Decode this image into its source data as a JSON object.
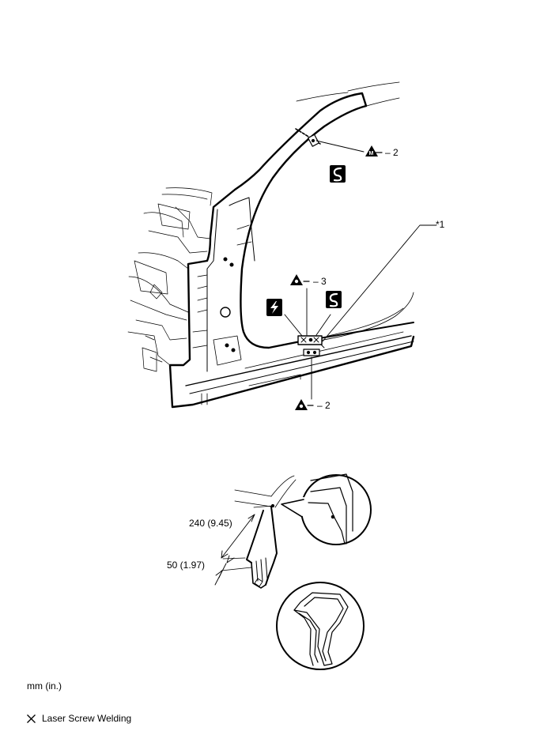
{
  "callouts": {
    "upper_weld_count": "2",
    "mid_weld_count": "3",
    "lower_weld_count": "2",
    "part_ref": "*1"
  },
  "dimensions": {
    "long": "240 (9.45)",
    "short": "50 (1.97)"
  },
  "units_note": "mm (in.)",
  "legend": {
    "label": "Laser Screw Welding",
    "symbol_icon": "cross-icon"
  },
  "symbols": [
    "mig-weld-icon",
    "spot-weld-icon",
    "saw-cut-icon",
    "air-chisel-icon"
  ]
}
